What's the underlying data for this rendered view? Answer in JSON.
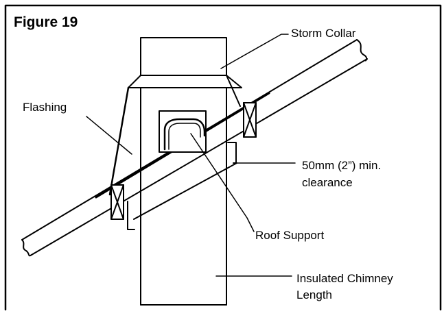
{
  "figure": {
    "title": "Figure 19",
    "labels": {
      "storm_collar": "Storm Collar",
      "flashing": "Flashing",
      "clearance_line1": "50mm (2”) min.",
      "clearance_line2": "clearance",
      "roof_support": "Roof Support",
      "chimney_line1": "Insulated Chimney",
      "chimney_line2": "Length"
    }
  },
  "colors": {
    "ink": "#000000",
    "background": "#ffffff",
    "frame": "#000000"
  }
}
